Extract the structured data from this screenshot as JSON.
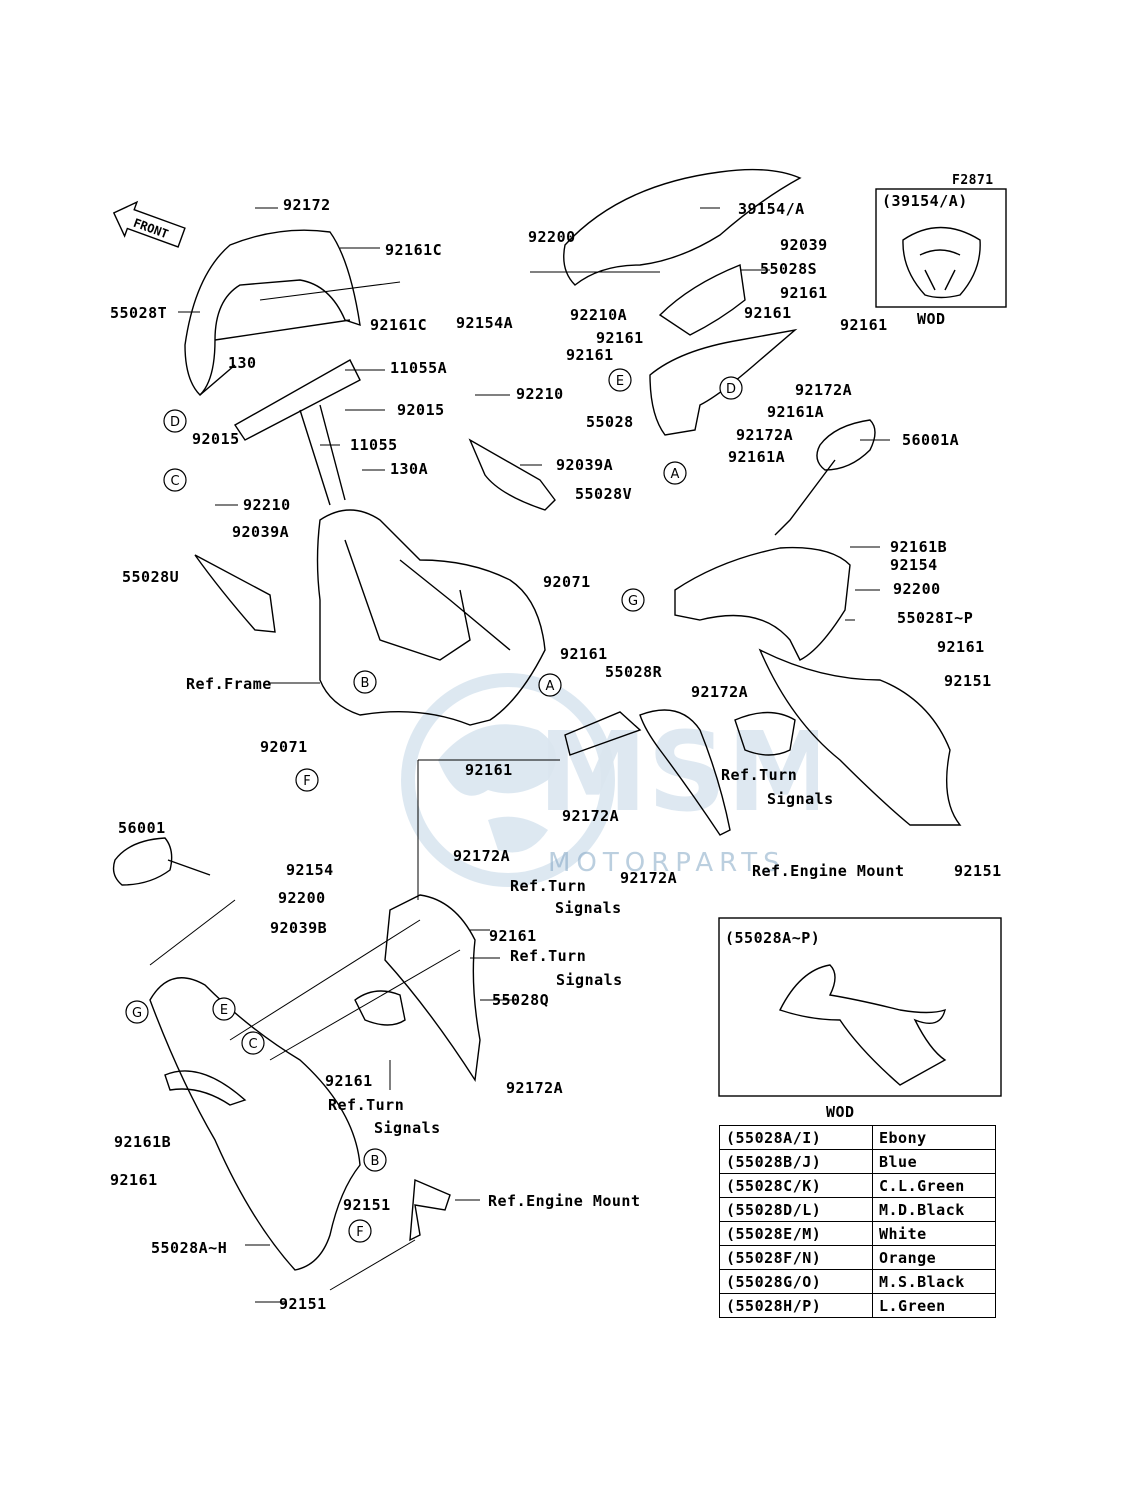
{
  "diagram_code": "F2871",
  "front_label": "FRONT",
  "inset_windshield": {
    "title": "(39154/A)",
    "caption": "WOD"
  },
  "inset_cowl": {
    "title": "(55028A~P)",
    "caption": "WOD"
  },
  "watermark": {
    "brand": "MSM",
    "sub": "MOTORPARTS"
  },
  "part_labels": [
    "92172",
    "92161C",
    "92161C",
    "55028T",
    "130",
    "11055A",
    "92015",
    "11055",
    "92015",
    "130A",
    "92210",
    "92039A",
    "55028U",
    "92200",
    "92154A",
    "92210A",
    "39154/A",
    "92039",
    "55028S",
    "92161",
    "92161",
    "92161",
    "92161",
    "92161",
    "92172A",
    "92161A",
    "55028",
    "92172A",
    "92161A",
    "92210",
    "92039A",
    "55028V",
    "56001A",
    "92161B",
    "92154",
    "92200",
    "55028I~P",
    "92161",
    "92151",
    "92071",
    "Ref.Frame",
    "92161",
    "55028R",
    "92172A",
    "92071",
    "92161",
    "92172A",
    "92172A",
    "Ref.Turn",
    "Signals",
    "Ref.Engine Mount",
    "92151",
    "56001",
    "92154",
    "92200",
    "92172A",
    "Ref.Turn",
    "Signals",
    "92039B",
    "92161",
    "Ref.Turn",
    "Signals",
    "55028Q",
    "92172A",
    "92161",
    "Ref.Turn",
    "Signals",
    "92161B",
    "92161",
    "92151",
    "Ref.Engine Mount",
    "55028A~H",
    "92151"
  ],
  "callouts": [
    "D",
    "C",
    "E",
    "D",
    "A",
    "B",
    "A",
    "G",
    "F",
    "G",
    "E",
    "C",
    "B",
    "F"
  ],
  "color_table": [
    {
      "code": "(55028A/I)",
      "color": "Ebony"
    },
    {
      "code": "(55028B/J)",
      "color": "Blue"
    },
    {
      "code": "(55028C/K)",
      "color": "C.L.Green"
    },
    {
      "code": "(55028D/L)",
      "color": "M.D.Black"
    },
    {
      "code": "(55028E/M)",
      "color": "White"
    },
    {
      "code": "(55028F/N)",
      "color": "Orange"
    },
    {
      "code": "(55028G/O)",
      "color": "M.S.Black"
    },
    {
      "code": "(55028H/P)",
      "color": "L.Green"
    }
  ]
}
